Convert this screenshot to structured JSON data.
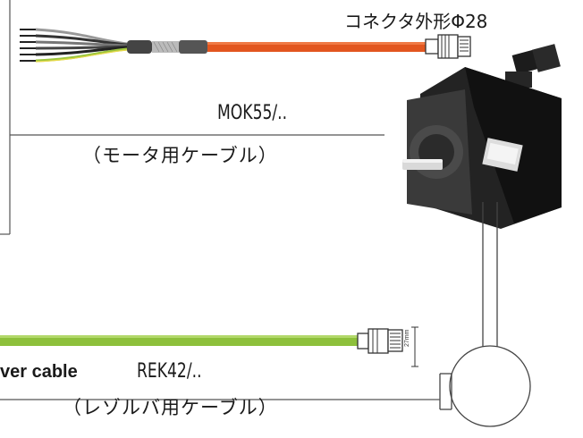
{
  "labels": {
    "connector_outline": "コネクタ外形Φ28",
    "motor_cable_part": "MOK55/..",
    "motor_cable_jp": "（モータ用ケーブル）",
    "resolver_cable_en": "ver cable",
    "resolver_cable_part": "REK42/..",
    "resolver_cable_jp": "（レゾルバ用ケーブル）",
    "connector_dimension": "27mm"
  },
  "colors": {
    "motor_cable": "#e2561f",
    "resolver_cable": "#8dc03b",
    "motor_body": "#1c1c1c",
    "line": "#555555"
  }
}
